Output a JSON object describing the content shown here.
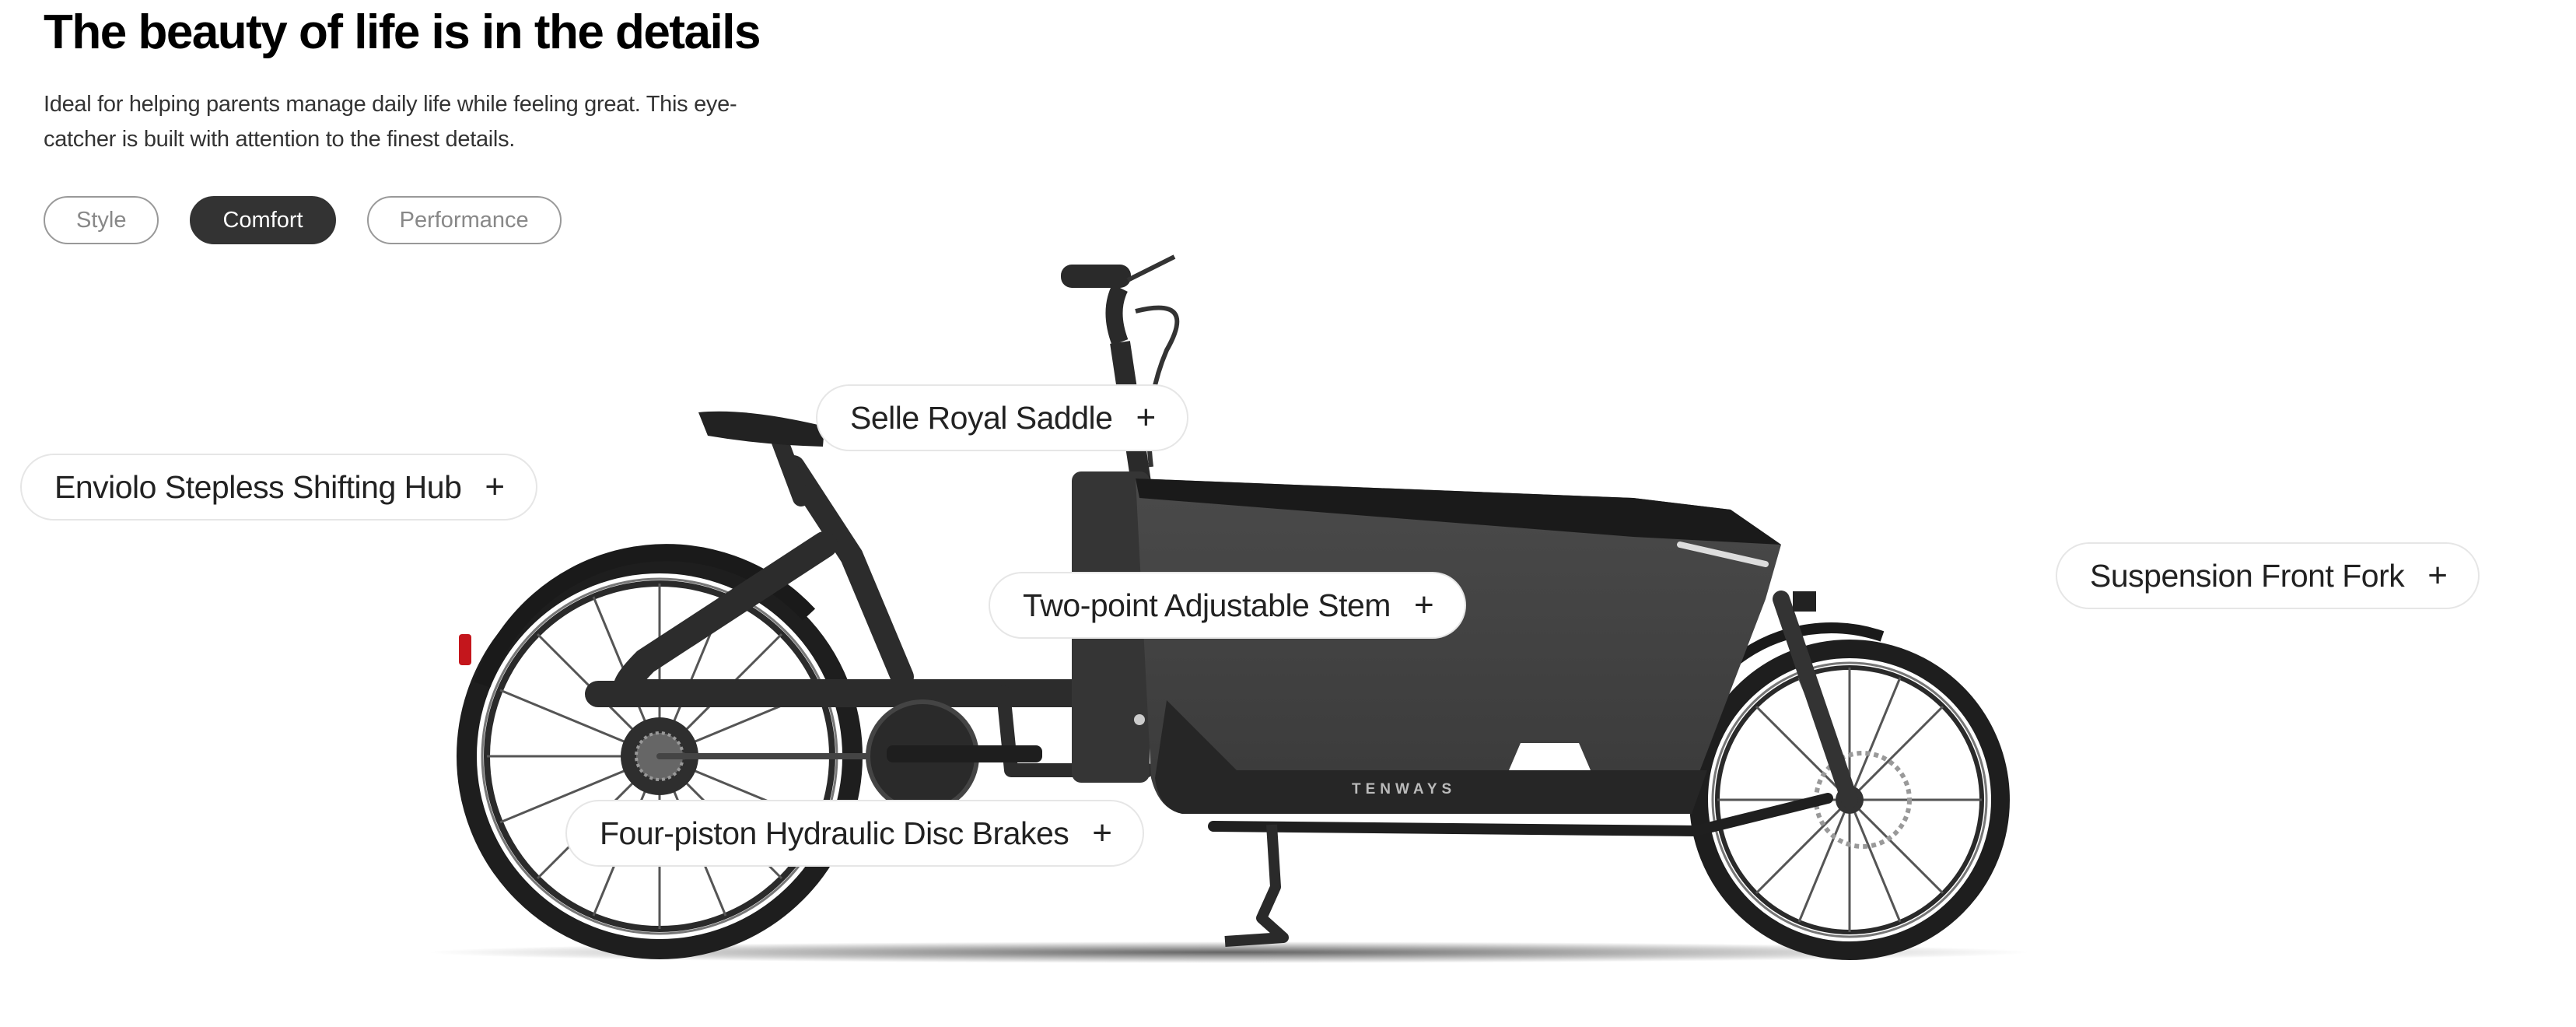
{
  "heading": "The beauty of life is in the details",
  "description": "Ideal for helping parents manage daily life while feeling great. This eye-catcher is built with attention to the finest details.",
  "tabs": [
    {
      "label": "Style",
      "active": false
    },
    {
      "label": "Comfort",
      "active": true
    },
    {
      "label": "Performance",
      "active": false
    }
  ],
  "hotspots": [
    {
      "label": "Selle Royal Saddle",
      "icon": "plus-icon"
    },
    {
      "label": "Enviolo Stepless Shifting Hub",
      "icon": "plus-icon"
    },
    {
      "label": "Two-point Adjustable Stem",
      "icon": "plus-icon"
    },
    {
      "label": "Suspension Front Fork",
      "icon": "plus-icon"
    },
    {
      "label": "Four-piston Hydraulic Disc Brakes",
      "icon": "plus-icon"
    }
  ],
  "plus_symbol": "+",
  "bike_brand": "TENWAYS",
  "colors": {
    "active_tab": "#333333",
    "bike": "#2b2b2b"
  }
}
